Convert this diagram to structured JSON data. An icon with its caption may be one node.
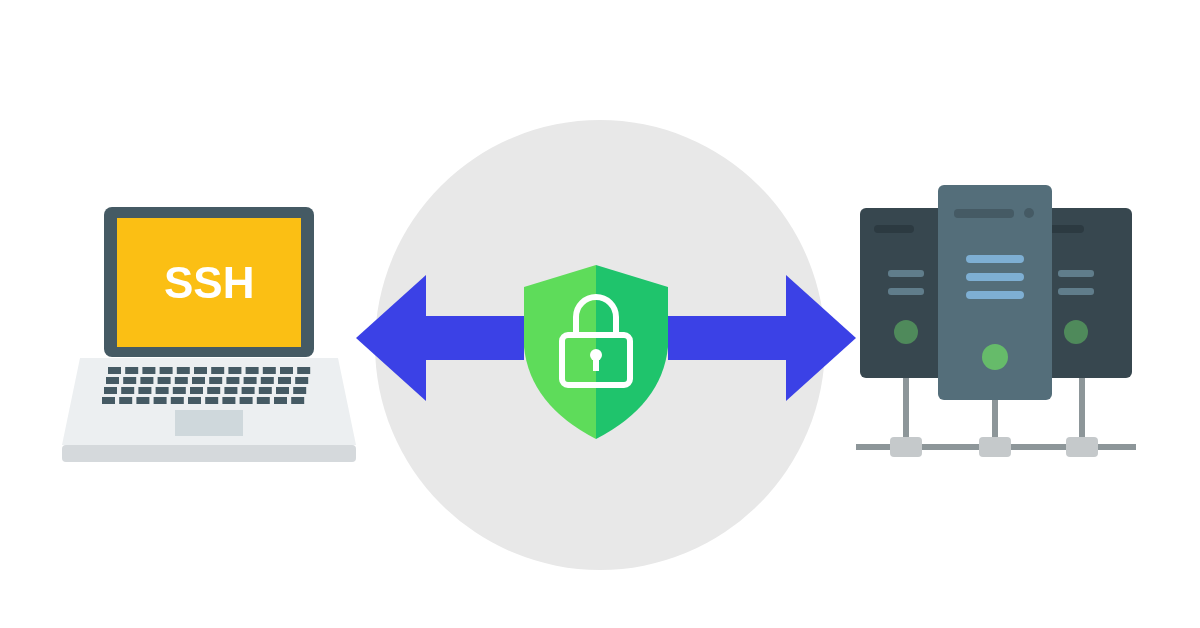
{
  "diagram": {
    "nodes": [
      {
        "text": [
          "SSH"
        ]
      },
      {
        "text": [],
        "shape": "picture"
      },
      {
        "text": [],
        "shape": "picture"
      }
    ],
    "edges": [
      {
        "from": 1,
        "to": 0,
        "arrow": "to"
      },
      {
        "from": 1,
        "to": 2,
        "arrow": "to"
      }
    ]
  }
}
